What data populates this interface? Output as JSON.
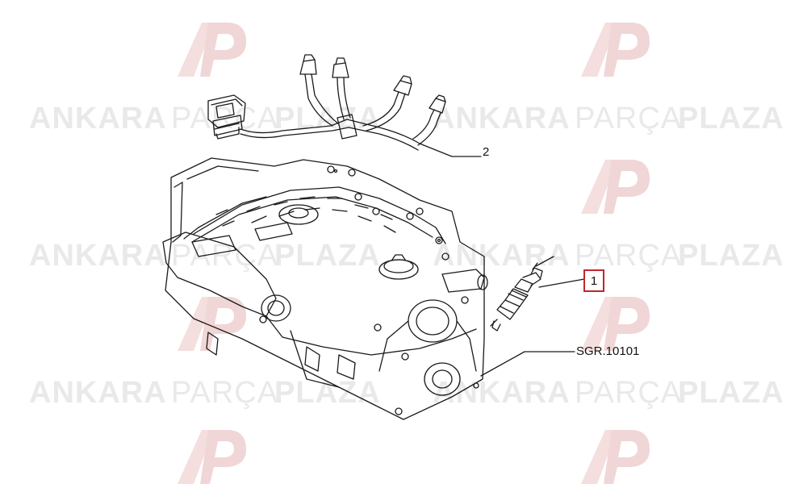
{
  "watermark": {
    "word1": "ANKARA",
    "word2": "PARÇA",
    "word3": "PLAZA",
    "color": "#e9e9e9",
    "logo_color": "#f2d4d4"
  },
  "callouts": {
    "harness": "2",
    "spark_plug": "1",
    "cylinder_head": "SGR.10101"
  },
  "colors": {
    "line": "#1a1a1a",
    "callout_box": "#c0262d"
  }
}
